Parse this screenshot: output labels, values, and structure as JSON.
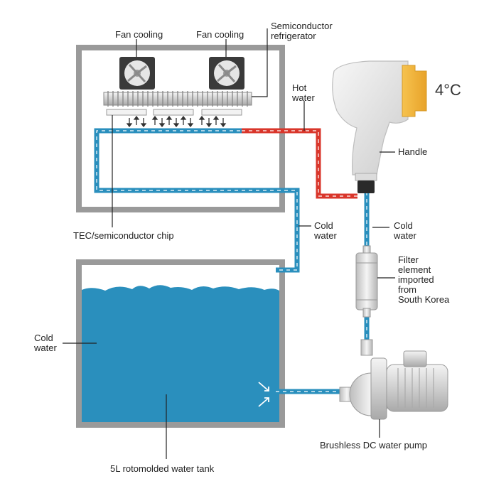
{
  "labels": {
    "fan_cooling_1": "Fan cooling",
    "fan_cooling_2": "Fan cooling",
    "semiconductor_line1": "Semiconductor",
    "semiconductor_line2": "refrigerator",
    "hot_water_line1": "Hot",
    "hot_water_line2": "water",
    "temperature": "4°C",
    "handle": "Handle",
    "tec_chip": "TEC/semiconductor chip",
    "cold_water_mid_line1": "Cold",
    "cold_water_mid_line2": "water",
    "cold_water_right_line1": "Cold",
    "cold_water_right_line2": "water",
    "filter_line1": "Filter",
    "filter_line2": "element",
    "filter_line3": "imported",
    "filter_line4": "from",
    "filter_line5": "South Korea",
    "cold_water_tank_line1": "Cold",
    "cold_water_tank_line2": "water",
    "pump": "Brushless DC water pump",
    "tank": "5L rotomolded water tank"
  },
  "colors": {
    "cold_water": "#2a8fbd",
    "hot_water": "#d9362b",
    "tank_water": "#2a8fbd",
    "enclosure": "#9a9a9a",
    "applicator_window": "#f2b33d"
  },
  "icons": {
    "fan": "fan-icon",
    "pump": "pump-icon",
    "filter": "filter-icon",
    "handle": "handpiece-icon"
  }
}
